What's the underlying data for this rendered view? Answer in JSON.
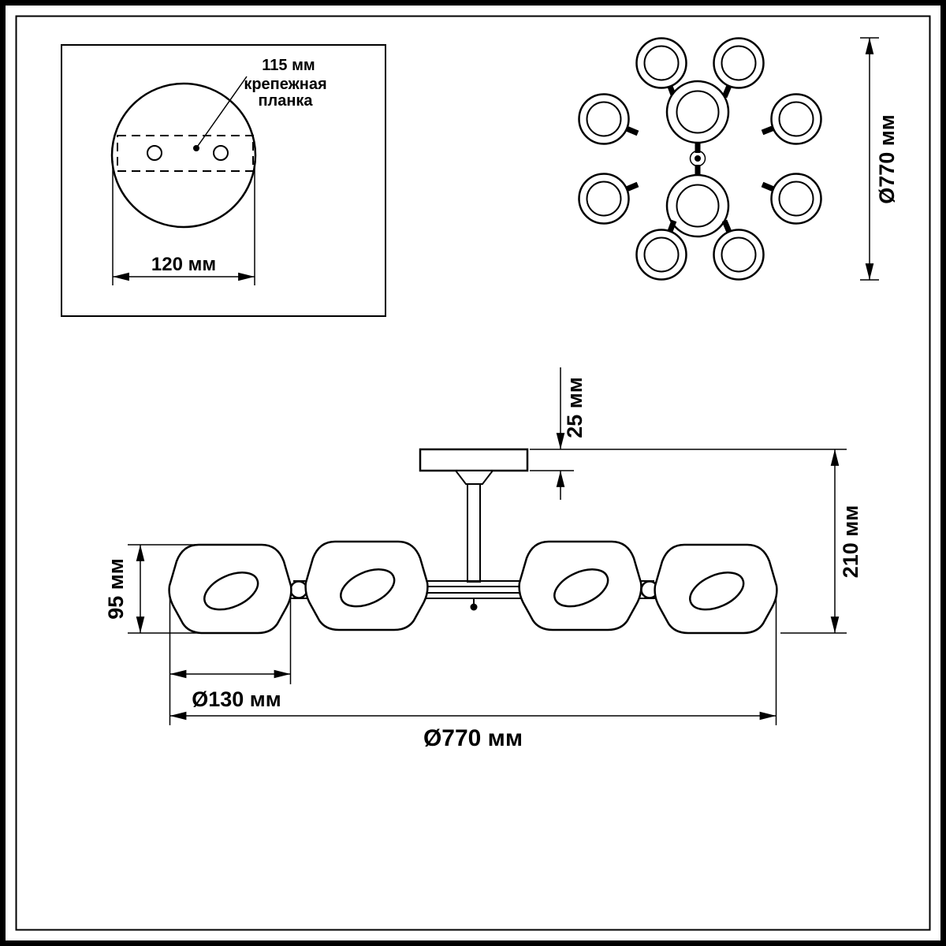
{
  "detail": {
    "hole_spacing": "115 мм",
    "bracket_label_line1": "крепежная",
    "bracket_label_line2": "планка",
    "plate_width": "120 мм"
  },
  "plan": {
    "overall_diameter": "Ø770 мм"
  },
  "elevation": {
    "canopy_height": "25 мм",
    "fixture_height": "210 мм",
    "shade_height": "95 мм",
    "shade_diameter": "Ø130 мм",
    "overall_diameter": "Ø770 мм"
  },
  "colors": {
    "line": "#000000",
    "background": "#ffffff"
  }
}
